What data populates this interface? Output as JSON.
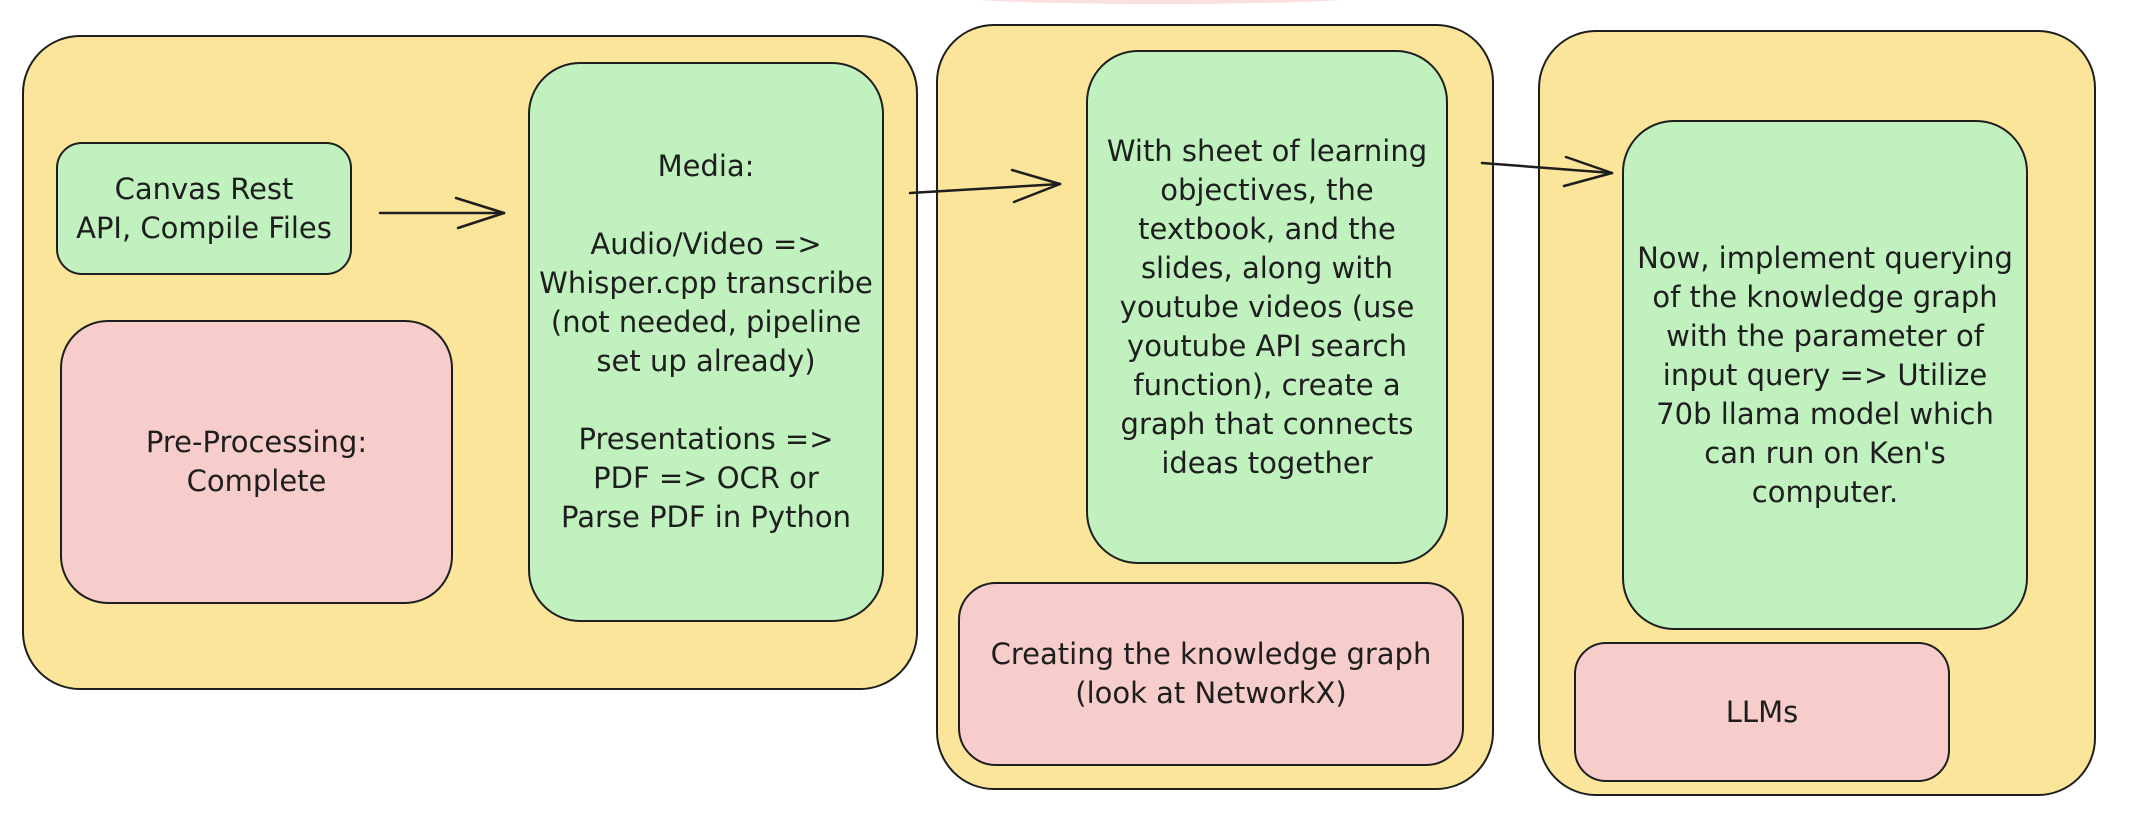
{
  "colors": {
    "panel": "#fbe59a",
    "task_box": "#c0f1bf",
    "status_box": "#f7cdcc",
    "stroke": "#1e1e1e"
  },
  "panels": [
    {
      "id": "preprocessing",
      "boxes": {
        "canvas": "Canvas Rest\nAPI, Compile Files",
        "status": "Pre-Processing:\nComplete",
        "media": "Media:\n\nAudio/Video =>\nWhisper.cpp transcribe\n(not needed, pipeline\nset up already)\n\nPresentations =>\nPDF => OCR or\nParse PDF in Python"
      }
    },
    {
      "id": "knowledge-graph",
      "boxes": {
        "graph": "With sheet of learning\nobjectives, the\ntextbook, and the\nslides, along with\nyoutube videos (use\nyoutube API search\nfunction), create a\ngraph that connects\nideas together",
        "status": "Creating the knowledge graph\n(look at NetworkX)"
      }
    },
    {
      "id": "querying",
      "boxes": {
        "query": "Now, implement querying\nof the knowledge graph\nwith the parameter of\ninput query => Utilize\n70b llama model which\ncan run on Ken's\ncomputer.",
        "status": "LLMs"
      }
    }
  ]
}
